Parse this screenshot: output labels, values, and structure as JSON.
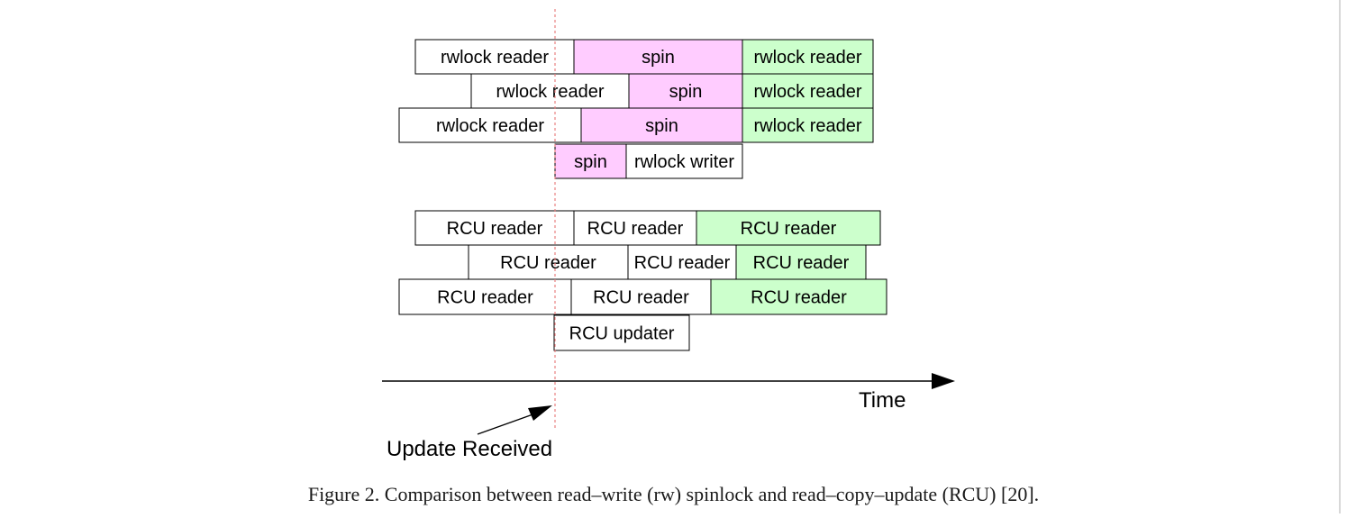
{
  "rwlock_rows": [
    [
      {
        "label": "rwlock reader",
        "kind": "normal"
      },
      {
        "label": "spin",
        "kind": "spin"
      },
      {
        "label": "rwlock reader",
        "kind": "done"
      }
    ],
    [
      {
        "label": "rwlock reader",
        "kind": "normal"
      },
      {
        "label": "spin",
        "kind": "spin"
      },
      {
        "label": "rwlock reader",
        "kind": "done"
      }
    ],
    [
      {
        "label": "rwlock reader",
        "kind": "normal"
      },
      {
        "label": "spin",
        "kind": "spin"
      },
      {
        "label": "rwlock reader",
        "kind": "done"
      }
    ],
    [
      {
        "label": "spin",
        "kind": "spin"
      },
      {
        "label": "rwlock writer",
        "kind": "normal"
      }
    ]
  ],
  "rcu_rows": [
    [
      {
        "label": "RCU reader",
        "kind": "normal"
      },
      {
        "label": "RCU reader",
        "kind": "normal"
      },
      {
        "label": "RCU reader",
        "kind": "done"
      }
    ],
    [
      {
        "label": "RCU reader",
        "kind": "normal"
      },
      {
        "label": "RCU reader",
        "kind": "normal"
      },
      {
        "label": "RCU reader",
        "kind": "done"
      }
    ],
    [
      {
        "label": "RCU reader",
        "kind": "normal"
      },
      {
        "label": "RCU reader",
        "kind": "normal"
      },
      {
        "label": "RCU reader",
        "kind": "done"
      }
    ],
    [
      {
        "label": "RCU updater",
        "kind": "normal"
      }
    ]
  ],
  "axis_label": "Time",
  "event_label": "Update Received",
  "caption": "Figure 2. Comparison between read–write (rw) spinlock and read–copy–update (RCU) [20].",
  "colors": {
    "spin": "#ffccff",
    "done": "#ccffcc",
    "normal": "#ffffff",
    "marker": "#e88080"
  }
}
